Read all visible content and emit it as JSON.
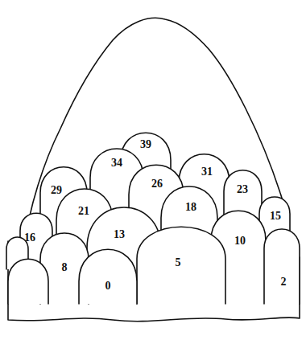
{
  "diagram": {
    "labels": [
      "39",
      "34",
      "26",
      "31",
      "29",
      "21",
      "18",
      "23",
      "15",
      "16",
      "13",
      "10",
      "8",
      "5",
      "2",
      "0"
    ]
  }
}
